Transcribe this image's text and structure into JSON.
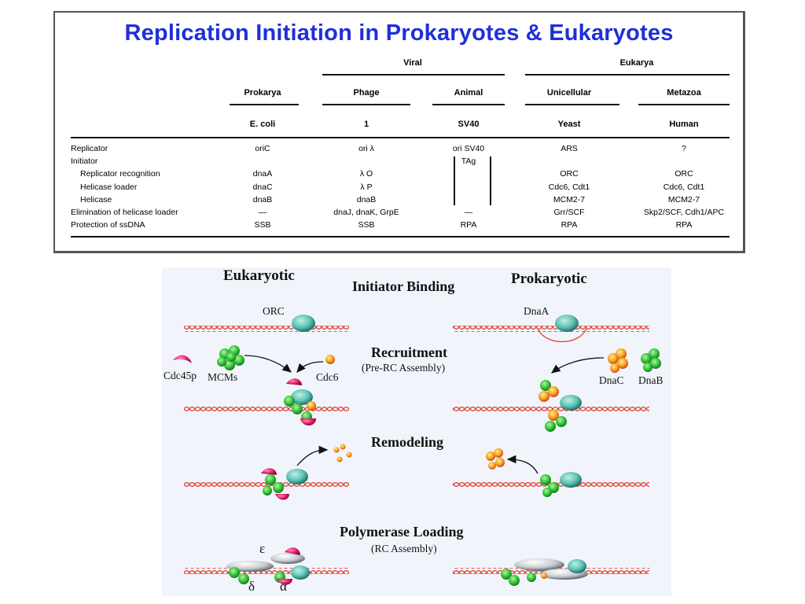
{
  "title": "Replication Initiation in Prokaryotes & Eukaryotes",
  "table": {
    "group_headers": {
      "viral": "Viral",
      "eukarya": "Eukarya"
    },
    "columns": [
      "Prokarya",
      "Phage",
      "Animal",
      "Unicellular",
      "Metazoa"
    ],
    "organisms": [
      "E. coli",
      "1",
      "SV40",
      "Yeast",
      "Human"
    ],
    "rows": [
      {
        "label": "Replicator",
        "values": [
          "oriC",
          "ori λ",
          "ori SV40",
          "ARS",
          "?"
        ]
      },
      {
        "label": "Initiator",
        "values": [
          "",
          "",
          "TAg",
          "",
          ""
        ]
      },
      {
        "label": "Replicator recognition",
        "values": [
          "dnaA",
          "λ O",
          "",
          "ORC",
          "ORC"
        ]
      },
      {
        "label": "Helicase loader",
        "values": [
          "dnaC",
          "λ P",
          "",
          "Cdc6, Cdt1",
          "Cdc6, Cdt1"
        ]
      },
      {
        "label": "Helicase",
        "values": [
          "dnaB",
          "dnaB",
          "",
          "MCM2-7",
          "MCM2-7"
        ]
      },
      {
        "label": "Elimination of helicase loader",
        "values": [
          "—",
          "dnaJ, dnaK, GrpE",
          "—",
          "Grr/SCF",
          "Skp2/SCF, Cdh1/APC"
        ]
      },
      {
        "label": "Protection of ssDNA",
        "values": [
          "SSB",
          "SSB",
          "RPA",
          "RPA",
          "RPA"
        ]
      }
    ]
  },
  "diagram": {
    "eukaryotic_label": "Eukaryotic",
    "prokaryotic_label": "Prokaryotic",
    "stages": {
      "initiator_binding": "Initiator Binding",
      "recruitment": "Recruitment",
      "recruitment_sub": "(Pre-RC Assembly)",
      "remodeling": "Remodeling",
      "polymerase_loading": "Polymerase Loading",
      "polymerase_loading_sub": "(RC Assembly)"
    },
    "labels": {
      "orc": "ORC",
      "dnaa": "DnaA",
      "cdc45p": "Cdc45p",
      "mcms": "MCMs",
      "cdc6": "Cdc6",
      "dnac": "DnaC",
      "dnab": "DnaB",
      "epsilon": "ε",
      "delta": "δ",
      "alpha": "α"
    },
    "colors": {
      "dna": "#e0453a",
      "orc": "#5fc2b4",
      "mcm": "#33c23a",
      "cdc45": "#e21866",
      "loader": "#f5a020"
    }
  }
}
